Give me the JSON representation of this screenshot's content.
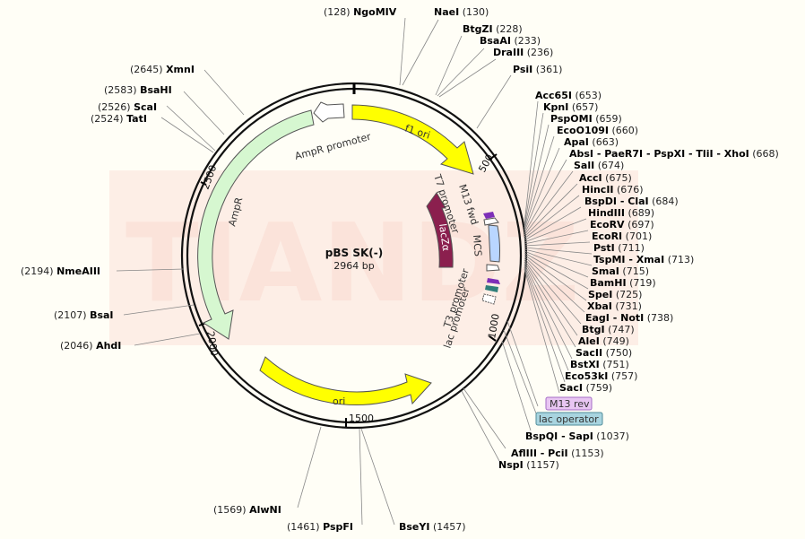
{
  "plasmid": {
    "name": "pBS SK(-)",
    "size": "2964 bp"
  },
  "watermark": "TIANDZ",
  "colors": {
    "ori": "#ffff00",
    "ampr": "#d6f7d0",
    "lacz": "#8b1f4e",
    "mcs": "#b9d6ff",
    "m13rev_bg": "#e8c6f2",
    "lacop_bg": "#a8d4df"
  },
  "features": {
    "f1ori": "f1 ori",
    "ori": "ori",
    "ampr": "AmpR",
    "ampr_promoter": "AmpR promoter",
    "t7": "T7 promoter",
    "m13fwd": "M13 fwd",
    "lacza": "lacZα",
    "mcs": "MCS",
    "t3": "T3 promoter",
    "lacpromoter": "lac promoter",
    "m13rev": "M13 rev",
    "lacoperator": "lac operator"
  },
  "ticks": {
    "t500": "500",
    "t1000": "1000",
    "t1500": "1500",
    "t2000": "2000",
    "t2500": "2500"
  },
  "sites": [
    {
      "pos": "(128)",
      "name": "NgoMIV"
    },
    {
      "name": "NaeI",
      "pos": "(130)"
    },
    {
      "name": "BtgZI",
      "pos": "(228)"
    },
    {
      "name": "BsaAI",
      "pos": "(233)"
    },
    {
      "name": "DraIII",
      "pos": "(236)"
    },
    {
      "name": "PsiI",
      "pos": "(361)"
    },
    {
      "name": "Acc65I",
      "pos": "(653)"
    },
    {
      "name": "KpnI",
      "pos": "(657)"
    },
    {
      "name": "PspOMI",
      "pos": "(659)"
    },
    {
      "name": "EcoO109I",
      "pos": "(660)"
    },
    {
      "name": "ApaI",
      "pos": "(663)"
    },
    {
      "name": "AbsI - PaeR7I - PspXI - TliI - XhoI",
      "pos": "(668)"
    },
    {
      "name": "SalI",
      "pos": "(674)"
    },
    {
      "name": "AccI",
      "pos": "(675)"
    },
    {
      "name": "HincII",
      "pos": "(676)"
    },
    {
      "name": "BspDI - ClaI",
      "pos": "(684)"
    },
    {
      "name": "HindIII",
      "pos": "(689)"
    },
    {
      "name": "EcoRV",
      "pos": "(697)"
    },
    {
      "name": "EcoRI",
      "pos": "(701)"
    },
    {
      "name": "PstI",
      "pos": "(711)"
    },
    {
      "name": "TspMI - XmaI",
      "pos": "(713)"
    },
    {
      "name": "SmaI",
      "pos": "(715)"
    },
    {
      "name": "BamHI",
      "pos": "(719)"
    },
    {
      "name": "SpeI",
      "pos": "(725)"
    },
    {
      "name": "XbaI",
      "pos": "(731)"
    },
    {
      "name": "EagI - NotI",
      "pos": "(738)"
    },
    {
      "name": "BtgI",
      "pos": "(747)"
    },
    {
      "name": "AleI",
      "pos": "(749)"
    },
    {
      "name": "SacII",
      "pos": "(750)"
    },
    {
      "name": "BstXI",
      "pos": "(751)"
    },
    {
      "name": "Eco53kI",
      "pos": "(757)"
    },
    {
      "name": "SacI",
      "pos": "(759)"
    },
    {
      "name": "BspQI - SapI",
      "pos": "(1037)"
    },
    {
      "name": "AflIII - PciI",
      "pos": "(1153)"
    },
    {
      "name": "NspI",
      "pos": "(1157)"
    },
    {
      "name": "BseYI",
      "pos": "(1457)"
    },
    {
      "pos": "(1461)",
      "name": "PspFI"
    },
    {
      "pos": "(1569)",
      "name": "AlwNI"
    },
    {
      "pos": "(2046)",
      "name": "AhdI"
    },
    {
      "pos": "(2107)",
      "name": "BsaI"
    },
    {
      "pos": "(2194)",
      "name": "NmeAIII"
    },
    {
      "pos": "(2524)",
      "name": "TatI"
    },
    {
      "pos": "(2526)",
      "name": "ScaI"
    },
    {
      "pos": "(2583)",
      "name": "BsaHI"
    },
    {
      "pos": "(2645)",
      "name": "XmnI"
    }
  ]
}
